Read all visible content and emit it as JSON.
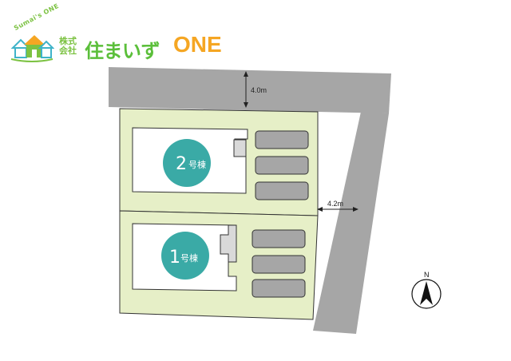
{
  "logo": {
    "arc_text": "Sumai's ONE",
    "corp_line1": "株式",
    "corp_line2": "会社",
    "brand_jp": "住まいず",
    "brand_en": "ONE"
  },
  "roads": {
    "north_width": "4.0m",
    "east_width": "4.2m"
  },
  "buildings": [
    {
      "number": "2",
      "suffix": "号棟"
    },
    {
      "number": "1",
      "suffix": "号棟"
    }
  ],
  "compass": {
    "label": "N"
  },
  "colors": {
    "road": "#a6a6a6",
    "lot": "#e6efc7",
    "building_badge": "#3aaaa6",
    "badge_number": "#f7e66b",
    "parking": "#a6a6a6"
  }
}
